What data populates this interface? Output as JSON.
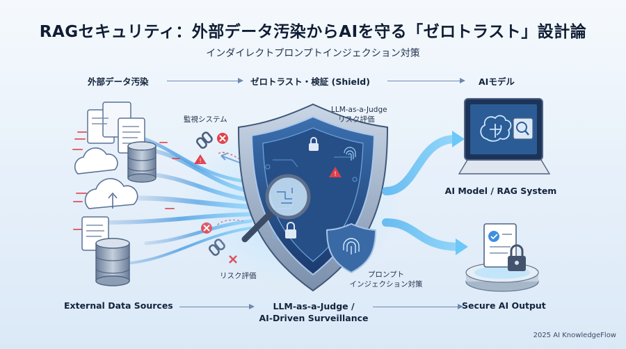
{
  "title": "RAGセキュリティ：外部データ汚染からAIを守る「ゼロトラスト」設計論",
  "subtitle": "インダイレクトプロンプトインジェクション対策",
  "flow_top": {
    "left": "外部データ汚染",
    "center": "ゼロトラスト・検証 (Shield)",
    "right": "AIモデル"
  },
  "flow_bottom": {
    "left": "External Data Sources",
    "center_line1": "LLM-as-a-Judge /",
    "center_line2": "AI-Driven Surveillance",
    "right": "Secure AI Output"
  },
  "annotations": {
    "monitoring": "監視システム",
    "judge_line1": "LLM-as-a-Judge",
    "judge_line2": "リスク評価",
    "risk_eval": "リスク評価",
    "prompt_line1": "プロンプト",
    "prompt_line2": "インジェクション対策",
    "ai_model_label": "AI Model / RAG System"
  },
  "credit": "2025 AI KnowledgeFlow",
  "colors": {
    "shield_blue": "#2f5f9e",
    "stream_blue": "#57b5ef",
    "threat_red": "#e0404a",
    "warning_red": "#d9363e"
  },
  "icons": [
    "document-icon",
    "database-icon",
    "cloud-icon",
    "chain-link-icon",
    "shield-icon",
    "magnifier-icon",
    "lock-icon",
    "fingerprint-icon",
    "brain-icon",
    "monitor-icon",
    "warning-icon"
  ]
}
